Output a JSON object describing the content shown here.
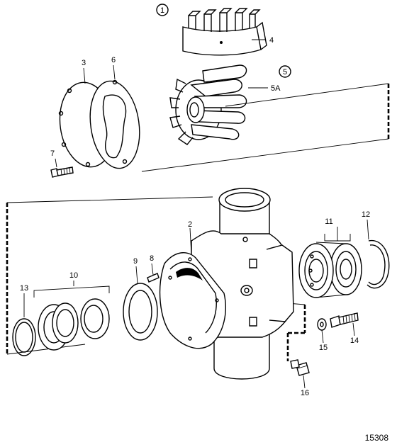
{
  "drawing_number": "15308",
  "callouts": [
    {
      "id": "c1",
      "text": "1",
      "circled": true
    },
    {
      "id": "c2",
      "text": "2"
    },
    {
      "id": "c3",
      "text": "3"
    },
    {
      "id": "c4",
      "text": "4"
    },
    {
      "id": "c5",
      "text": "5",
      "circled": true
    },
    {
      "id": "c5a",
      "text": "5A"
    },
    {
      "id": "c6",
      "text": "6"
    },
    {
      "id": "c7",
      "text": "7"
    },
    {
      "id": "c8",
      "text": "8"
    },
    {
      "id": "c9",
      "text": "9"
    },
    {
      "id": "c10",
      "text": "10"
    },
    {
      "id": "c11",
      "text": "11"
    },
    {
      "id": "c12",
      "text": "12"
    },
    {
      "id": "c13",
      "text": "13"
    },
    {
      "id": "c14",
      "text": "14"
    },
    {
      "id": "c15",
      "text": "15"
    },
    {
      "id": "c16",
      "text": "16"
    }
  ]
}
